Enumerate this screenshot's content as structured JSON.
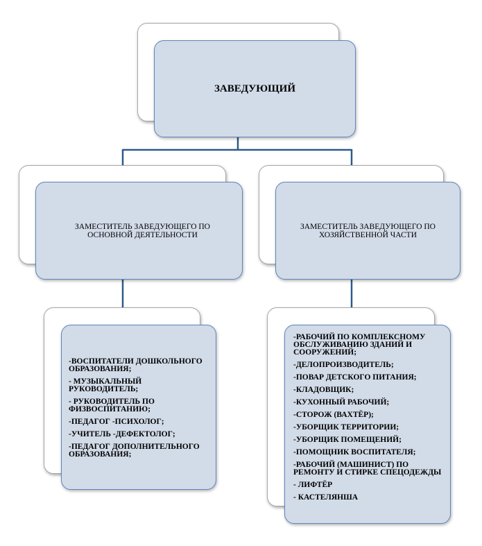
{
  "root": {
    "label": "ЗАВЕДУЮЩИЙ"
  },
  "deputies": [
    {
      "label": "ЗАМЕСТИТЕЛЬ ЗАВЕДУЮЩЕГО ПО ОСНОВНОЙ ДЕЯТЕЛЬНОСТИ"
    },
    {
      "label": "ЗАМЕСТИТЕЛЬ ЗАВЕДУЮЩЕГО ПО ХОЗЯЙСТВЕННОЙ ЧАСТИ"
    }
  ],
  "staff_left": [
    "-ВОСПИТАТЕЛИ ДОШКОЛЬНОГО ОБРАЗОВАНИЯ;",
    "- МУЗЫКАЛЬНЫЙ РУКОВОДИТЕЛЬ;",
    "- РУКОВОДИТЕЛЬ ПО ФИЗВОСПИТАНИЮ;",
    "-ПЕДАГОГ -ПСИХОЛОГ;",
    "-УЧИТЕЛЬ -ДЕФЕКТОЛОГ;",
    "-ПЕДАГОГ ДОПОЛНИТЕЛЬНОГО ОБРАЗОВАНИЯ;"
  ],
  "staff_right": [
    "-РАБОЧИЙ ПО КОМПЛЕКСНОМУ ОБСЛУЖИВАНИЮ ЗДАНИЙ И СООРУЖЕНИЙ;",
    "-ДЕЛОПРОИЗВОДИТЕЛЬ;",
    "-ПОВАР ДЕТСКОГО ПИТАНИЯ;",
    "-КЛАДОВЩИК;",
    "-КУХОННЫЙ РАБОЧИЙ;",
    "-СТОРОЖ (ВАХТЁР);",
    "-УБОРЩИК ТЕРРИТОРИИ;",
    "-УБОРЩИК ПОМЕЩЕНИЙ;",
    "-ПОМОЩНИК ВОСПИТАТЕЛЯ;",
    "-РАБОЧИЙ (МАШИНИСТ) ПО РЕМОНТУ И СТИРКЕ СПЕЦОДЕЖДЫ",
    "- ЛИФТЁР",
    "- КАСТЕЛЯНША"
  ],
  "colors": {
    "node_fill": "#d2dbe8",
    "node_border": "#5f85ba",
    "connector": "#2e5a8a"
  }
}
